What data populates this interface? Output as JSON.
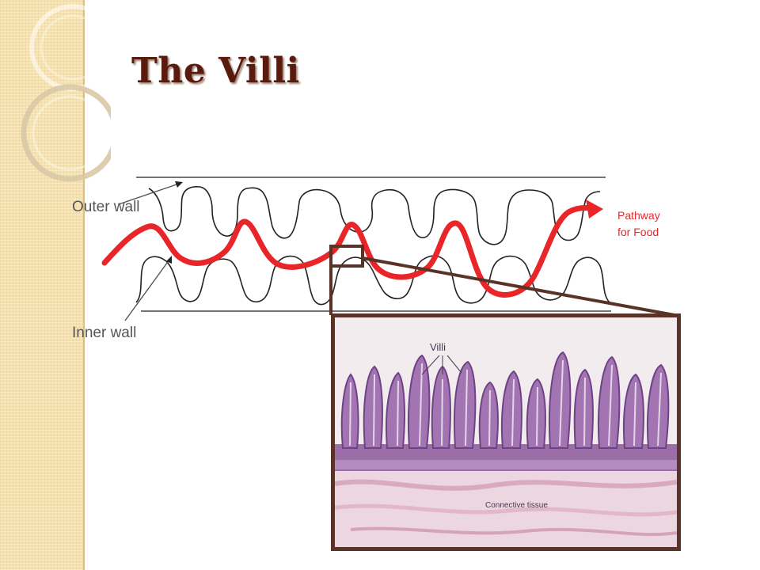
{
  "slide": {
    "title": "The Villi"
  },
  "labels": {
    "outer_wall": "Outer wall",
    "inner_wall": "Inner wall",
    "pathway_line1": "Pathway",
    "pathway_line2": "for Food"
  },
  "micrograph": {
    "villi": "Villi",
    "connective_tissue": "Connective tissue"
  },
  "colors": {
    "title": "#5a1a0e",
    "pathway": "#e8262a",
    "frame": "#5a3328",
    "sidebar": "#f4e2b4"
  },
  "icons": {
    "pathway_arrow": "arrow-right-icon"
  }
}
